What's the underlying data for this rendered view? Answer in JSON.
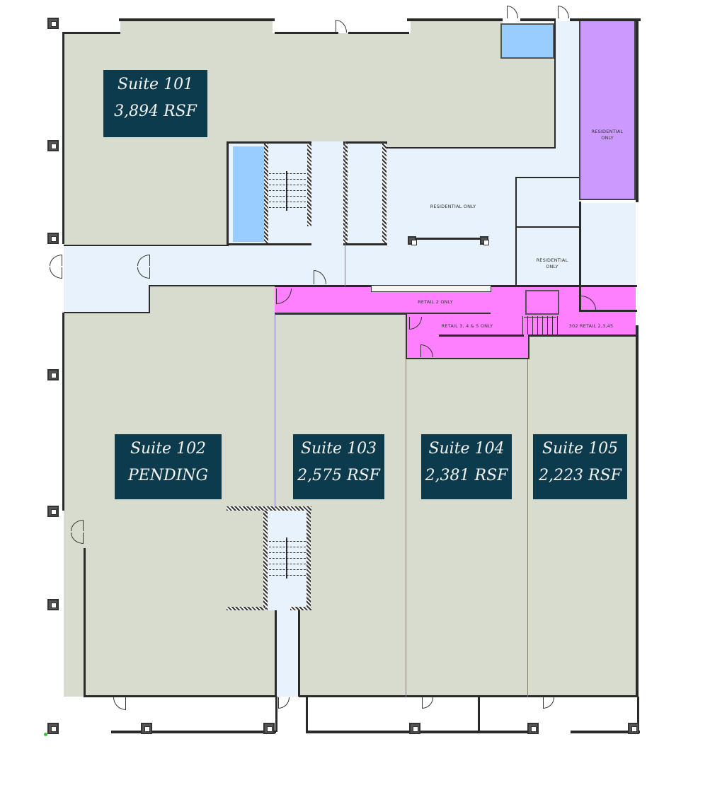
{
  "floor_plan": {
    "suites": [
      {
        "id": "suite-101",
        "name": "Suite 101",
        "status": "3,894 RSF"
      },
      {
        "id": "suite-102",
        "name": "Suite 102",
        "status": "PENDING"
      },
      {
        "id": "suite-103",
        "name": "Suite 103",
        "status": "2,575 RSF"
      },
      {
        "id": "suite-104",
        "name": "Suite 104",
        "status": "2,381 RSF"
      },
      {
        "id": "suite-105",
        "name": "Suite 105",
        "status": "2,223 RSF"
      }
    ],
    "zone_labels": {
      "residential_center": "RESIDENTIAL ONLY",
      "residential_purple_line1": "RESIDENTIAL",
      "residential_purple_line2": "ONLY",
      "residential_small_line1": "RESIDENTIAL",
      "residential_small_line2": "ONLY",
      "retail_2": "RETAIL 2 ONLY",
      "retail_345": "RETAIL 3, 4 & 5 ONLY",
      "retail_302": "302 RETAIL  2,3,45"
    },
    "colors": {
      "suite_fill": "#d8dccf",
      "corridor_fill": "#e8f2fc",
      "retail_fill": "#ff80ff",
      "residential_fill": "#cc99ff",
      "elevator_fill": "#99ccff",
      "label_bg": "#0d3b4e",
      "label_text": "#f2f2ee",
      "wall": "#2a2a2a",
      "property_line": "#8a6bbf"
    }
  }
}
